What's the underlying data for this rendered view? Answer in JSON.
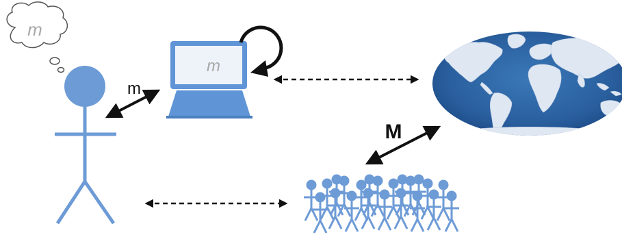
{
  "colors": {
    "figure": "#6d9bd6",
    "figure_stroke": "#5a88c6",
    "laptop_frame": "#5f95d6",
    "laptop_screen": "#eef3fa",
    "map_ocean": "#2f6aa9",
    "map_ocean_dark": "#1f5290",
    "land": "#dfe7f3",
    "arrow": "#111111",
    "thought_text": "#a8a8a8"
  },
  "labels": {
    "thought_model": "m",
    "screen_model": "m",
    "person_computer_link": "m",
    "people_world_link": "M"
  },
  "icons": {
    "thought": "thought-bubble-icon",
    "person": "stick-figure-icon",
    "computer": "laptop-icon",
    "loop": "circular-arrow-icon",
    "world": "world-map-icon",
    "crowd": "crowd-of-people-icon"
  }
}
